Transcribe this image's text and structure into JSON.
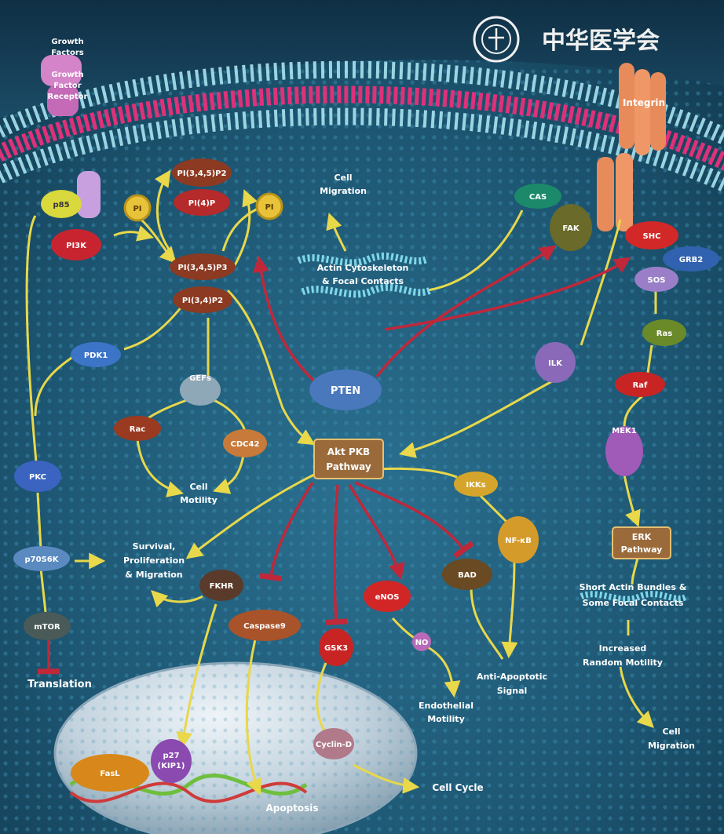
{
  "logo_text": "中华医学会",
  "labels": {
    "growth_factors": [
      "Growth",
      "Factors"
    ],
    "gf_receptor": [
      "Growth",
      "Factor",
      "Receptor"
    ],
    "integrin": "Integrin",
    "cell_migration_top": [
      "Cell",
      "Migration"
    ],
    "actin": [
      "Actin Cytoskeleton",
      "& Focal Contacts"
    ],
    "cell_motility": [
      "Cell",
      "Motility"
    ],
    "akt": [
      "Akt PKB",
      "Pathway"
    ],
    "survival": [
      "Survival,",
      "Proliferation",
      "& Migration"
    ],
    "translation": "Translation",
    "endothelial": [
      "Endothelial",
      "Motility"
    ],
    "anti_apoptotic": [
      "Anti-Apoptotic",
      "Signal"
    ],
    "erk": [
      "ERK",
      "Pathway"
    ],
    "short_actin": [
      "Short Actin Bundles &",
      "Some Focal Contacts"
    ],
    "random_motility": [
      "Increased",
      "Random Motility"
    ],
    "cell_migration_right": [
      "Cell",
      "Migration"
    ],
    "apoptosis": "Apoptosis",
    "cell_cycle": "Cell Cycle"
  },
  "nodes": {
    "pip3_top": "PI(3,4,5)P2",
    "pi4p": "PI(4)P",
    "pip3": "PI(3,4,5)P3",
    "pi34p2": "PI(3,4)P2",
    "pi3k": "PI3K",
    "p85": "p85",
    "pdk1": "PDK1",
    "pten": "PTEN",
    "gef": "GEFs",
    "rac": "Rac",
    "cdc42": "CDC42",
    "cas": "CAS",
    "fak": "FAK",
    "shc": "SHC",
    "grb2": "GRB2",
    "sos": "SOS",
    "ras": "Ras",
    "raf": "Raf",
    "mek1": "MEK1",
    "ilk": "ILK",
    "pkc": "PKC",
    "p70s6k": "p70S6K",
    "mtor": "mTOR",
    "fkhr": "FKHR",
    "caspase9": "Caspase9",
    "gsk3": "GSK3",
    "enos": "eNOS",
    "no": "NO",
    "bad": "BAD",
    "ikks": "IKKs",
    "nfkb": "NF-κB",
    "fasl": "FasL",
    "p27": [
      "p27",
      "(KIP1)"
    ],
    "cyclind": "Cyclin-D",
    "pi_left": "PI",
    "pi_right": "PI"
  },
  "colors": {
    "yellow_arrow": "#e8d84a",
    "red_arrow": "#c0283a",
    "membrane_pink": "#e0307a",
    "membrane_blue": "#a7e3ef"
  }
}
